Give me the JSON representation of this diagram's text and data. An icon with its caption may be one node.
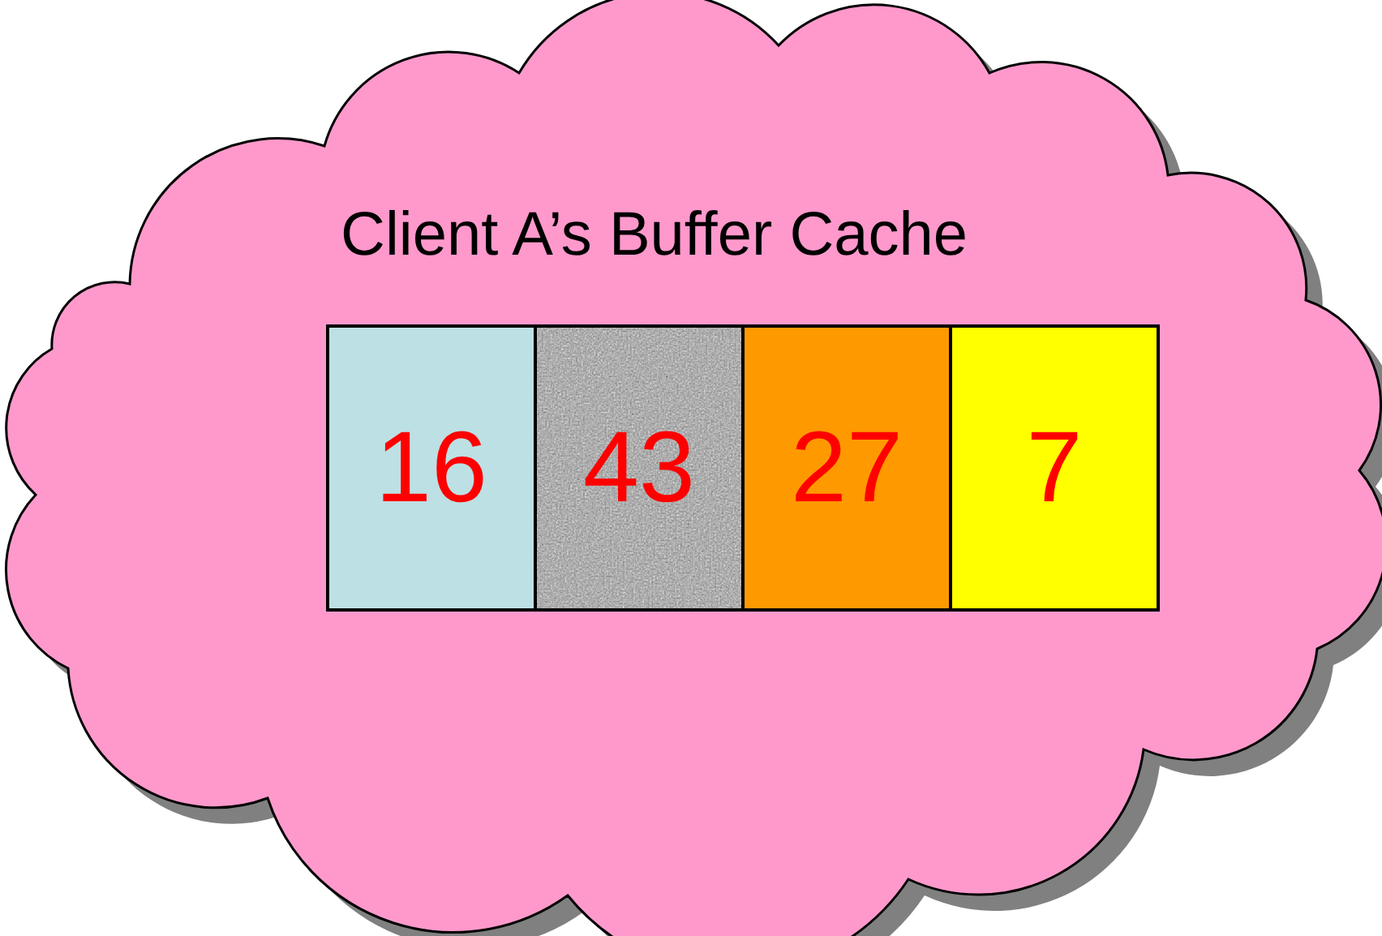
{
  "diagram": {
    "nodes": [
      {
        "text": [
          "Client A’s Buffer Cache"
        ]
      },
      {
        "text": [
          "16"
        ],
        "in": 0
      },
      {
        "text": [
          "43"
        ],
        "in": 0
      },
      {
        "text": [
          "27"
        ],
        "in": 0
      },
      {
        "text": [
          "7"
        ],
        "in": 0
      }
    ]
  }
}
